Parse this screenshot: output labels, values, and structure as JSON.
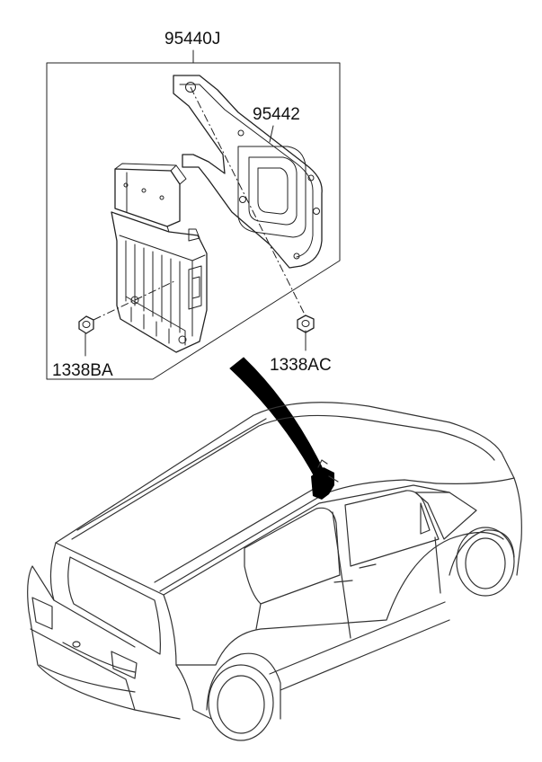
{
  "parts": {
    "ecu_assembly": "95440J",
    "bracket": "95442",
    "nut_left": "1338BA",
    "nut_right": "1338AC"
  }
}
